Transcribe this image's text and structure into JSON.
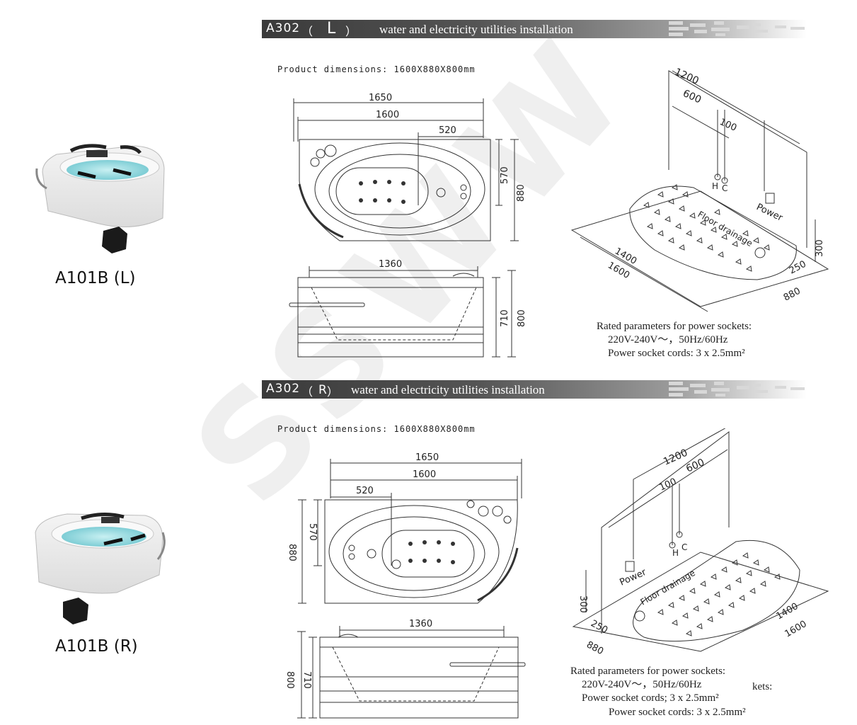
{
  "watermark": "SSWW",
  "sections": [
    {
      "code": "A302",
      "side": "L",
      "title": "water and electricity utilities installation",
      "product_dimensions": "Product dimensions: 1600X880X800mm",
      "model": "A101B (L)",
      "top_view": {
        "overall_length": "1650",
        "body_length": "1600",
        "offset": "520",
        "inner_depth": "570",
        "depth": "880"
      },
      "side_view": {
        "length": "1360",
        "inner_height": "710",
        "height": "800"
      },
      "iso_view": {
        "w1200": "1200",
        "w600": "600",
        "w100": "100",
        "h300": "300",
        "d250": "250",
        "d880": "880",
        "l1400": "1400",
        "l1600": "1600",
        "hot": "H",
        "cold": "C",
        "power": "Power",
        "drain": "Floor drainage"
      },
      "rated": {
        "heading": "Rated parameters for power sockets:",
        "voltage": "220V-240V～，50Hz/60Hz",
        "cords": "Power socket cords: 3 x 2.5mm²"
      }
    },
    {
      "code": "A302",
      "side": "R",
      "title": "water and electricity utilities installation",
      "product_dimensions": "Product dimensions: 1600X880X800mm",
      "model": "A101B (R)",
      "top_view": {
        "overall_length": "1650",
        "body_length": "1600",
        "offset": "520",
        "inner_depth": "570",
        "depth": "880"
      },
      "side_view": {
        "length": "1360",
        "inner_height": "710",
        "height": "800"
      },
      "iso_view": {
        "w1200": "1200",
        "w600": "600",
        "w100": "100",
        "h300": "300",
        "d250": "250",
        "d880": "880",
        "l1400": "1400",
        "l1600": "1600",
        "hot": "H",
        "cold": "C",
        "power": "Power",
        "drain": "Floor drainage"
      },
      "rated": {
        "heading": "Rated parameters for power sockets:",
        "voltage": "220V-240V～，50Hz/60Hz",
        "cords": "Power socket cords; 3 x 2.5mm²",
        "overlap_fragment": "kets:",
        "cords_repeat": "Power socket cords: 3 x 2.5mm²"
      }
    }
  ]
}
